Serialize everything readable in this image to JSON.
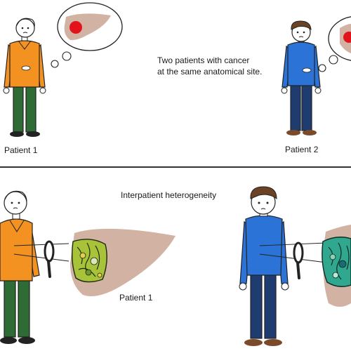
{
  "top": {
    "caption_line1": "Two patients with cancer",
    "caption_line2": "at the same anatomical site.",
    "patient1_label": "Patient 1",
    "patient2_label": "Patient 2"
  },
  "bottom": {
    "title": "Interpatient heterogeneity",
    "patient1_label": "Patient 1"
  },
  "colors": {
    "patient1_shirt": "#f39221",
    "patient1_pants": "#2f6b34",
    "patient2_shirt": "#2b73d6",
    "patient2_pants": "#1f3c70",
    "liver": "#d2b2a2",
    "tumor": "#e3131c",
    "tumor_patient1": "#a8c23a",
    "tumor_patient2": "#2fa88f"
  }
}
